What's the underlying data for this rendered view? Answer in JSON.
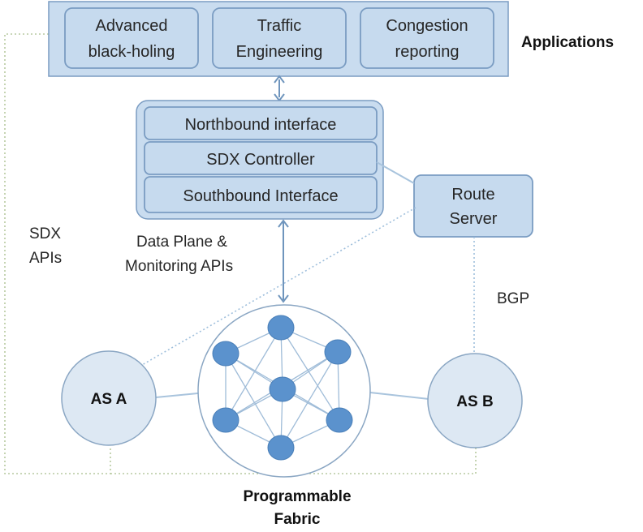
{
  "applications": {
    "label": "Applications",
    "boxes": [
      {
        "line1": "Advanced",
        "line2": "black-holing"
      },
      {
        "line1": "Traffic",
        "line2": "Engineering"
      },
      {
        "line1": "Congestion",
        "line2": "reporting"
      }
    ]
  },
  "controller": {
    "northbound": "Northbound interface",
    "sdx": "SDX Controller",
    "southbound": "Southbound Interface"
  },
  "route_server": {
    "line1": "Route",
    "line2": "Server"
  },
  "labels": {
    "sdx_apis_line1": "SDX",
    "sdx_apis_line2": "APIs",
    "data_plane_line1": "Data Plane &",
    "data_plane_line2": "Monitoring APIs",
    "bgp": "BGP",
    "fabric_line1": "Programmable",
    "fabric_line2": "Fabric"
  },
  "as_a": "AS A",
  "as_b": "AS B",
  "colors": {
    "panel": "#c9dcef",
    "node": "#5b92cd",
    "border": "#7a9cc2"
  }
}
